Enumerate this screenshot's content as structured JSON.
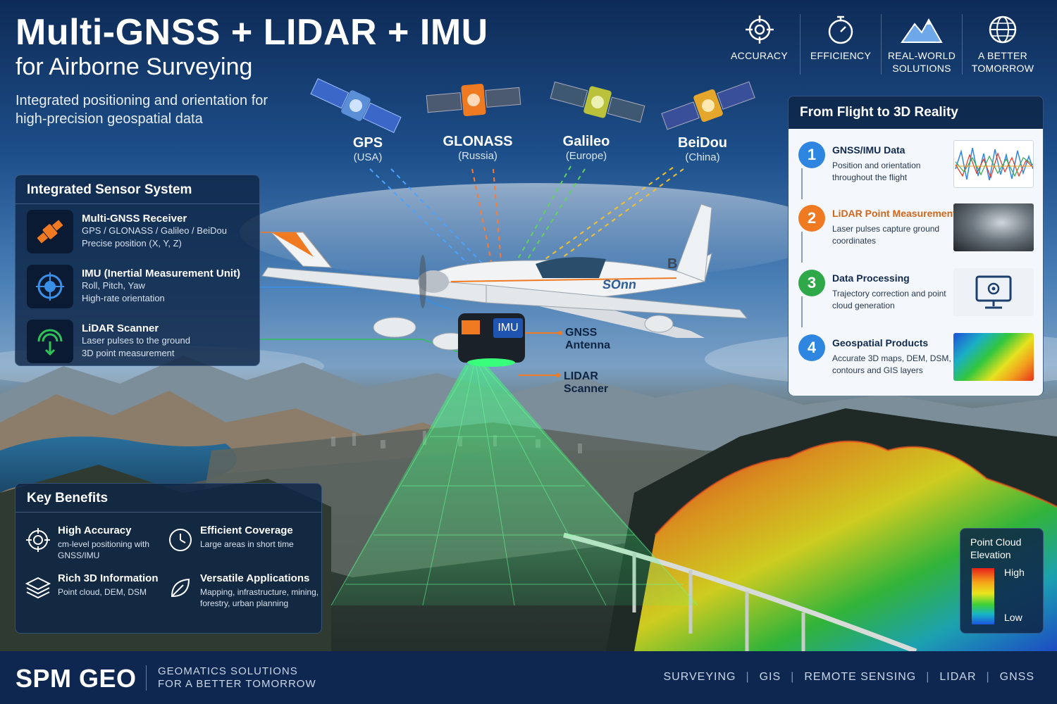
{
  "header": {
    "title": "Multi-GNSS + LIDAR + IMU",
    "subtitle": "for Airborne Surveying",
    "tagline": "Integrated positioning and orientation for high-precision geospatial data"
  },
  "top_icons": [
    {
      "label": "ACCURACY",
      "icon": "crosshair-icon"
    },
    {
      "label": "EFFICIENCY",
      "icon": "stopwatch-icon"
    },
    {
      "label": "REAL-WORLD SOLUTIONS",
      "icon": "mountain-icon"
    },
    {
      "label": "A BETTER TOMORROW",
      "icon": "globe-icon"
    }
  ],
  "satellites": [
    {
      "name": "GPS",
      "region": "(USA)",
      "color": "#4aa3ff"
    },
    {
      "name": "GLONASS",
      "region": "(Russia)",
      "color": "#ff7a2e"
    },
    {
      "name": "Galileo",
      "region": "(Europe)",
      "color": "#5fd35a"
    },
    {
      "name": "BeiDou",
      "region": "(China)",
      "color": "#f2c12e"
    }
  ],
  "sensor_system": {
    "title": "Integrated Sensor System",
    "items": [
      {
        "title": "Multi-GNSS Receiver",
        "line1": "GPS / GLONASS / Galileo / BeiDou",
        "line2": "Precise position (X, Y, Z)",
        "icon": "satellite-icon",
        "color": "#f07a22"
      },
      {
        "title": "IMU (Inertial Measurement Unit)",
        "line1": "Roll, Pitch, Yaw",
        "line2": "High-rate orientation",
        "icon": "gyroscope-icon",
        "color": "#3a8fe6"
      },
      {
        "title": "LiDAR Scanner",
        "line1": "Laser pulses to the ground",
        "line2": "3D point measurement",
        "icon": "lidar-icon",
        "color": "#2fc25a"
      }
    ]
  },
  "aircraft": {
    "imu_label": "IMU",
    "tail_mark": "B",
    "fuselage_text": "SOnn",
    "gnss_antenna_label": "GNSS Antenna",
    "lidar_scanner_label": "LIDAR Scanner"
  },
  "workflow": {
    "title": "From Flight to 3D Reality",
    "steps": [
      {
        "number": "1",
        "title": "GNSS/IMU Data",
        "desc": "Position and orientation throughout the flight",
        "color": "#2f86e0",
        "title_color": "#102a4e"
      },
      {
        "number": "2",
        "title": "LiDAR Point Measurement",
        "desc": "Laser pulses capture ground coordinates",
        "color": "#f07a22",
        "title_color": "#d2661a"
      },
      {
        "number": "3",
        "title": "Data Processing",
        "desc": "Trajectory correction and point cloud generation",
        "color": "#2fa84a",
        "title_color": "#102a4e"
      },
      {
        "number": "4",
        "title": "Geospatial Products",
        "desc": "Accurate 3D maps, DEM, DSM, contours and GIS layers",
        "color": "#2f86e0",
        "title_color": "#102a4e"
      }
    ]
  },
  "benefits": {
    "title": "Key Benefits",
    "items": [
      {
        "title": "High Accuracy",
        "desc": "cm-level positioning with GNSS/IMU",
        "icon": "target-icon"
      },
      {
        "title": "Efficient Coverage",
        "desc": "Large areas in short time",
        "icon": "clock-icon"
      },
      {
        "title": "Rich 3D Information",
        "desc": "Point cloud, DEM, DSM",
        "icon": "layers-icon"
      },
      {
        "title": "Versatile Applications",
        "desc": "Mapping, infrastructure, mining, forestry, urban planning",
        "icon": "leaf-icon"
      }
    ]
  },
  "legend": {
    "title": "Point Cloud Elevation",
    "high": "High",
    "low": "Low"
  },
  "footer": {
    "brand": "SPM GEO",
    "tagline_line1": "GEOMATICS SOLUTIONS",
    "tagline_line2": "FOR A BETTER TOMORROW",
    "nav": [
      "SURVEYING",
      "GIS",
      "REMOTE SENSING",
      "LIDAR",
      "GNSS"
    ]
  }
}
